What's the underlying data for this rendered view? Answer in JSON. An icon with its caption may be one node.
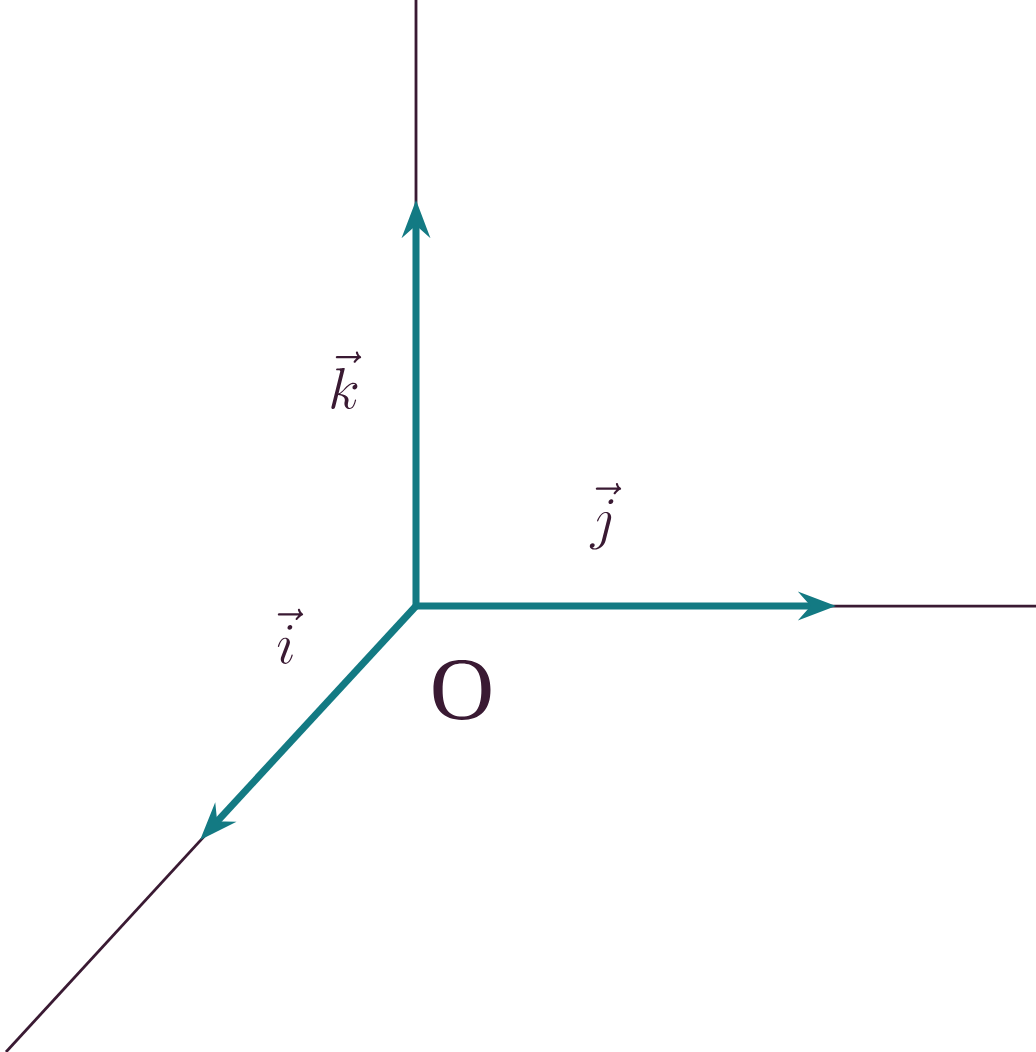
{
  "diagram": {
    "labels": [
      "\\vec{k}",
      "\\vec{j}",
      "\\vec{i}",
      "\\mathrm{O}"
    ]
  }
}
